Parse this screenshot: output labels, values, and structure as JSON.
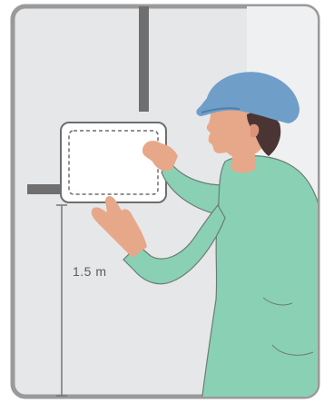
{
  "illustration": {
    "height_label": "1.5 m"
  },
  "colors": {
    "wall": "#e6e7e9",
    "wall_light": "#eff0f1",
    "frame_border": "#8c8c8c",
    "pipe": "#6f6f6f",
    "panel_fill": "#ffffff",
    "panel_border": "#6e6e6e",
    "shirt": "#8ad0b4",
    "cap": "#6f9ec9",
    "skin": "#e7a889",
    "hair": "#4a3434",
    "dimension_line": "#777777"
  },
  "icons": [
    "installation-scene-illustration",
    "wall-panel-outline",
    "dimension-line",
    "worker-figure"
  ]
}
